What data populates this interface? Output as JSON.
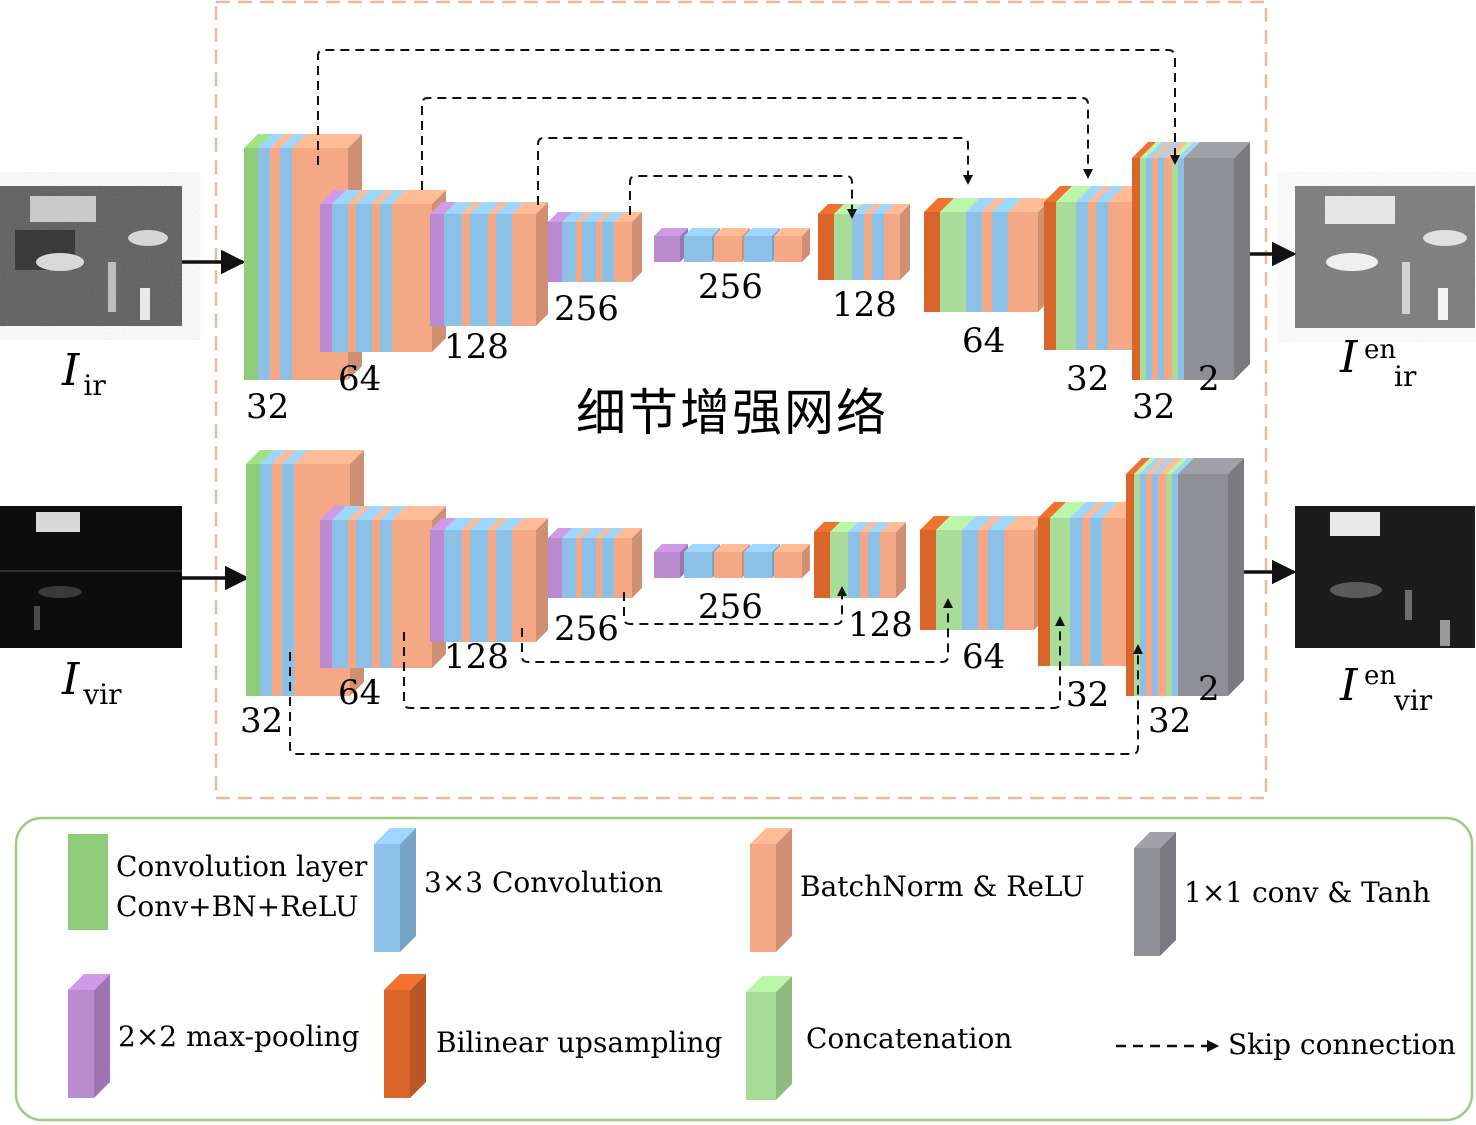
{
  "network_title": "细节增强网络",
  "inputs": {
    "ir": {
      "symbol": "I",
      "subscript": "ir"
    },
    "vir": {
      "symbol": "I",
      "subscript": "vir"
    }
  },
  "outputs": {
    "ir": {
      "symbol": "I",
      "superscript": "en",
      "subscript": "ir"
    },
    "vir": {
      "symbol": "I",
      "superscript": "en",
      "subscript": "vir"
    }
  },
  "channel_labels": {
    "c32_in": "32",
    "c64": "64",
    "c128_enc": "128",
    "c256_enc": "256",
    "c256_mid": "256",
    "c128_dec": "128",
    "c64_dec": "64",
    "c32_dec": "32",
    "c32_out": "32",
    "c2": "2"
  },
  "legend": {
    "conv_layer_line1": "Convolution layer",
    "conv_layer_line2": "Conv+BN+ReLU",
    "conv3x3": "3×3 Convolution",
    "bn_relu": "BatchNorm & ReLU",
    "conv1x1_tanh": "1×1 conv & Tanh",
    "maxpool": "2×2 max-pooling",
    "upsample": "Bilinear upsampling",
    "concat": "Concatenation",
    "skip": "Skip connection"
  },
  "colors": {
    "conv_layer": "#8fcb78",
    "conv3x3": "#8cc0e6",
    "bn_relu": "#f4a886",
    "maxpool": "#b98ad0",
    "upsample": "#d9652a",
    "concat": "#a8dc98",
    "conv1x1_tanh": "#8f9095",
    "dashed_box": "#f2b79a",
    "legend_border": "#9ccc7f"
  }
}
